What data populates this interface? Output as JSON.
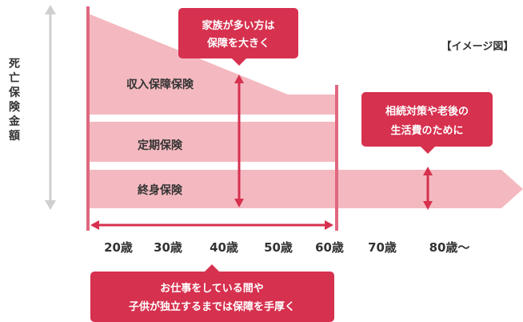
{
  "yaxis_label": "死亡保険金額",
  "image_note": "【イメージ図】",
  "bands": {
    "income": "収入保障保険",
    "term": "定期保険",
    "whole": "終身保険"
  },
  "ages": [
    "20歳",
    "30歳",
    "40歳",
    "50歳",
    "60歳",
    "70歳",
    "80歳〜"
  ],
  "callouts": {
    "family": [
      "家族が多い方は",
      "保障を大きく"
    ],
    "elderly": [
      "相続対策や老後の",
      "生活費のために"
    ],
    "work": [
      "お仕事をしている間や",
      "子供が独立するまでは保障を手厚く"
    ]
  },
  "colors": {
    "band_fill": "#f4b9c0",
    "accent": "#d6314f",
    "divider": "#e0677f",
    "axis": "#cfcfcf"
  }
}
